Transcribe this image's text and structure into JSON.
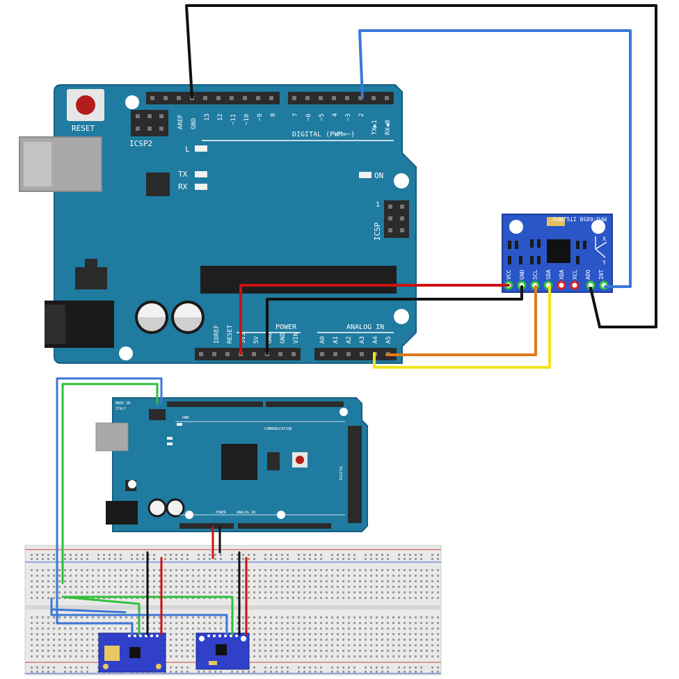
{
  "uno": {
    "reset": "RESET",
    "icsp2": "ICSP2",
    "icsp": "ICSP",
    "led_l": "L",
    "led_tx": "TX",
    "led_rx": "RX",
    "led_on": "ON",
    "digital": "DIGITAL (PWM=~)",
    "power": "POWER",
    "analog_in": "ANALOG IN",
    "icsp_pin1": "1",
    "digital_pins": [
      "AREF",
      "GND",
      "13",
      "12",
      "~11",
      "~10",
      "~9",
      "8",
      "7",
      "~6",
      "~5",
      "4",
      "~3",
      "2",
      "TX▶1",
      "RX◀0"
    ],
    "power_pins": [
      "IOREF",
      "RESET",
      "3V3",
      "5V",
      "GND",
      "GND",
      "VIN"
    ],
    "analog_pins": [
      "A0",
      "A1",
      "A2",
      "A3",
      "A4",
      "A5"
    ]
  },
  "mpu": {
    "title": "MPU-6050 ITG/MPU",
    "pins": [
      "VCC",
      "GND",
      "SCL",
      "SDA",
      "XDA",
      "XCL",
      "ADO",
      "INT"
    ],
    "axis_x": "X",
    "axis_y": "Y"
  },
  "mega": {
    "made_in": "MADE IN",
    "italy": "ITALY",
    "pwm": "PWM",
    "communication": "COMMUNICATION",
    "power": "POWER",
    "analog_in": "ANALOG IN",
    "digital": "DIGITAL"
  },
  "colors": {
    "board": "#1f7ba0",
    "board_edge": "#165f80",
    "header": "#2b2b2b",
    "wire_red": "#cc1111",
    "wire_black": "#111111",
    "wire_blue": "#3a78d6",
    "wire_orange": "#dd7a1a",
    "wire_yellow": "#f2e21a",
    "wire_green": "#2fbf3a",
    "mpu_board": "#2a56c8",
    "breadboard": "#e9e9e9"
  }
}
